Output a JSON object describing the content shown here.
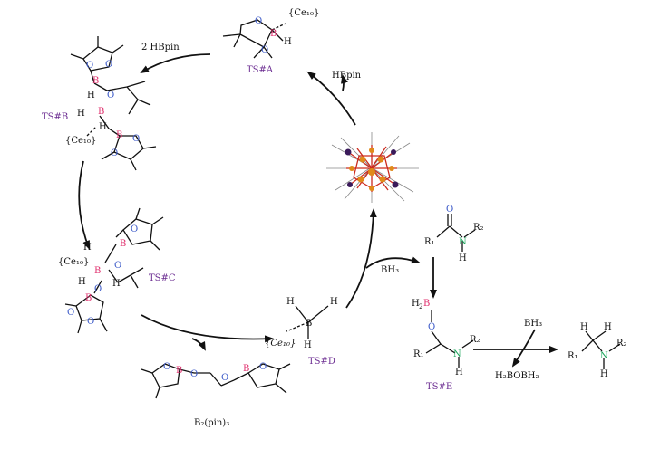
{
  "labels": {
    "ts_a": "TS#A",
    "ts_b": "TS#B",
    "ts_c": "TS#C",
    "ts_d": "TS#D",
    "ts_e": "TS#E",
    "two_hbpin": "2 HBpin",
    "hbpin_right": "HBpin",
    "b2pin3": "B₂(pin)₃",
    "bh3_mid": "BH₃",
    "bh3_right": "BH₃",
    "h2bobh2": "H₂BOBH₂",
    "ce10": "{Ce₁₀}"
  },
  "atoms": {
    "O": "O",
    "B": "B",
    "H": "H",
    "N": "N",
    "R1": "R₁",
    "R2": "R₂"
  },
  "colors": {
    "oxygen": "#3c5ac8",
    "boron": "#e0306e",
    "nitrogen": "#1aa55a",
    "ts_label": "#6b2c91",
    "cluster_red": "#cc2a1e",
    "cluster_orange": "#e08a1a",
    "cluster_purple": "#3a1a5a"
  }
}
